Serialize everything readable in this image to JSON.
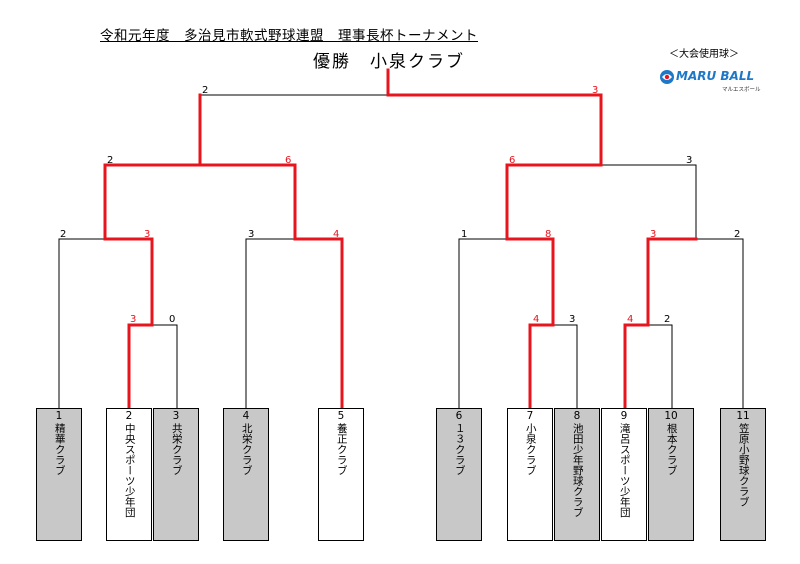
{
  "header": {
    "title": "令和元年度　多治見市軟式野球連盟　理事長杯トーナメント",
    "winner": "優勝　小泉クラブ",
    "ball_note": "＜大会使用球＞",
    "logo_text": "MARU BALL",
    "logo_sub": "マルエスボール"
  },
  "colors": {
    "winner_path": "#e8141e",
    "line": "#000000",
    "gray_box": "#c8c8c8"
  },
  "teams": [
    {
      "num": "1",
      "name": "精華クラブ",
      "shade": "gray"
    },
    {
      "num": "2",
      "name": "中央スポーツ少年団",
      "shade": "white"
    },
    {
      "num": "3",
      "name": "共栄クラブ",
      "shade": "gray"
    },
    {
      "num": "4",
      "name": "北栄クラブ",
      "shade": "gray"
    },
    {
      "num": "5",
      "name": "養正クラブ",
      "shade": "white"
    },
    {
      "num": "6",
      "name": "１３クラブ",
      "shade": "gray"
    },
    {
      "num": "7",
      "name": "小泉クラブ",
      "shade": "white"
    },
    {
      "num": "8",
      "name": "池田少年野球クラブ",
      "shade": "gray"
    },
    {
      "num": "9",
      "name": "滝呂スポーツ少年団",
      "shade": "white"
    },
    {
      "num": "10",
      "name": "根本クラブ",
      "shade": "gray"
    },
    {
      "num": "11",
      "name": "笠原小野球クラブ",
      "shade": "gray"
    }
  ],
  "scores": {
    "r1_2v3": [
      "3",
      "0"
    ],
    "r1_7v8": [
      "4",
      "3"
    ],
    "r1_9v10": [
      "4",
      "2"
    ],
    "r2_a": [
      "2",
      "3"
    ],
    "r2_b": [
      "3",
      "4"
    ],
    "r2_c": [
      "1",
      "8"
    ],
    "r2_d": [
      "3",
      "2"
    ],
    "sf_left": [
      "2",
      "6"
    ],
    "sf_right": [
      "6",
      "3"
    ],
    "final": [
      "2",
      "3"
    ]
  }
}
